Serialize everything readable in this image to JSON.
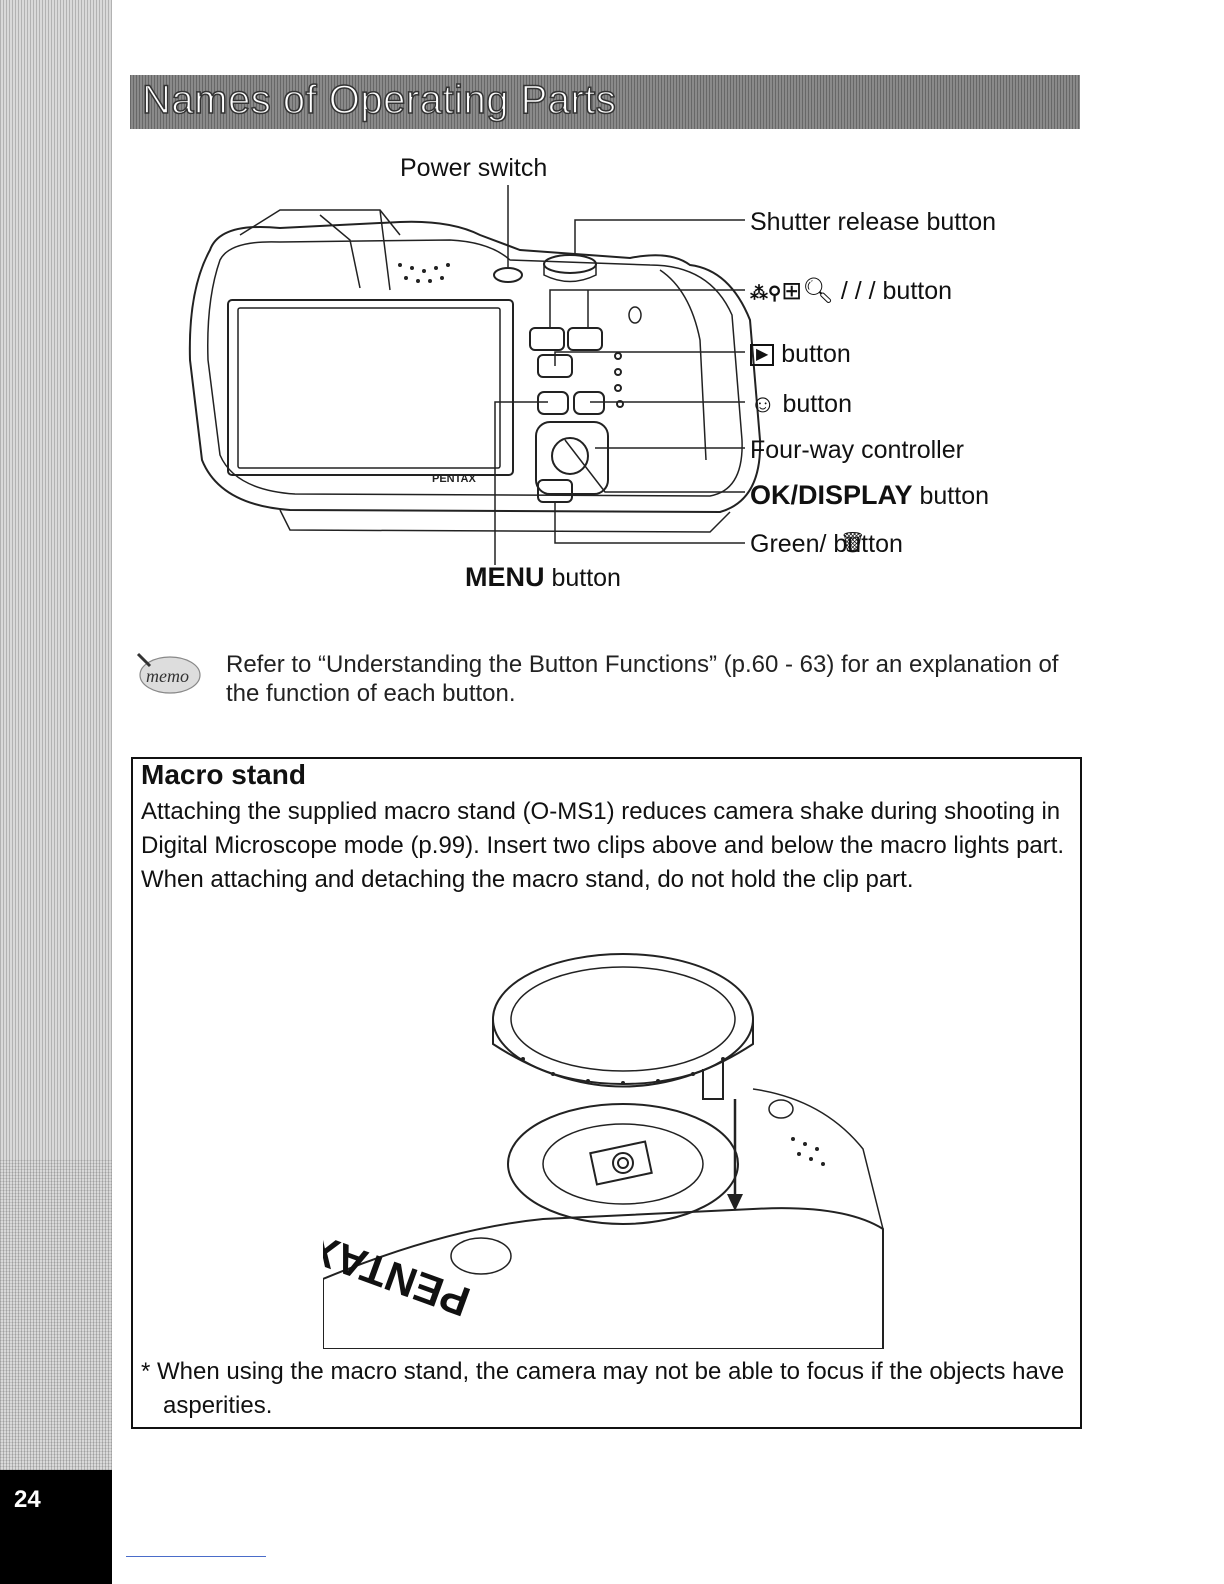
{
  "page_title": "Names of Operating Parts",
  "page_number": "24",
  "diagram": {
    "labels": {
      "power_switch": "Power switch",
      "shutter": "Shutter release button",
      "zoom_button": "/ /  /  button",
      "playback_button": "button",
      "face_button": "button",
      "four_way": "Four-way controller",
      "ok_display_bold": "OK/DISPLAY",
      "ok_display_rest": " button",
      "green_button": "Green/  button",
      "menu_bold": "MENU",
      "menu_rest": " button"
    },
    "brand_mark": "PENTAX"
  },
  "memo": {
    "icon_label": "memo",
    "text": "Refer to “Understanding the Button Functions” (p.60 - 63) for an explanation of the function of each button."
  },
  "macro": {
    "title": "Macro stand",
    "body": "Attaching the supplied macro stand (O-MS1) reduces camera shake during shooting in Digital Microscope mode (p.99). Insert two clips above and below the macro lights part. When attaching and detaching the macro stand, do not hold the clip part.",
    "note": "* When using the macro stand, the camera may not be able to focus if the objects have asperities.",
    "brand_mark": "PENTAX"
  }
}
